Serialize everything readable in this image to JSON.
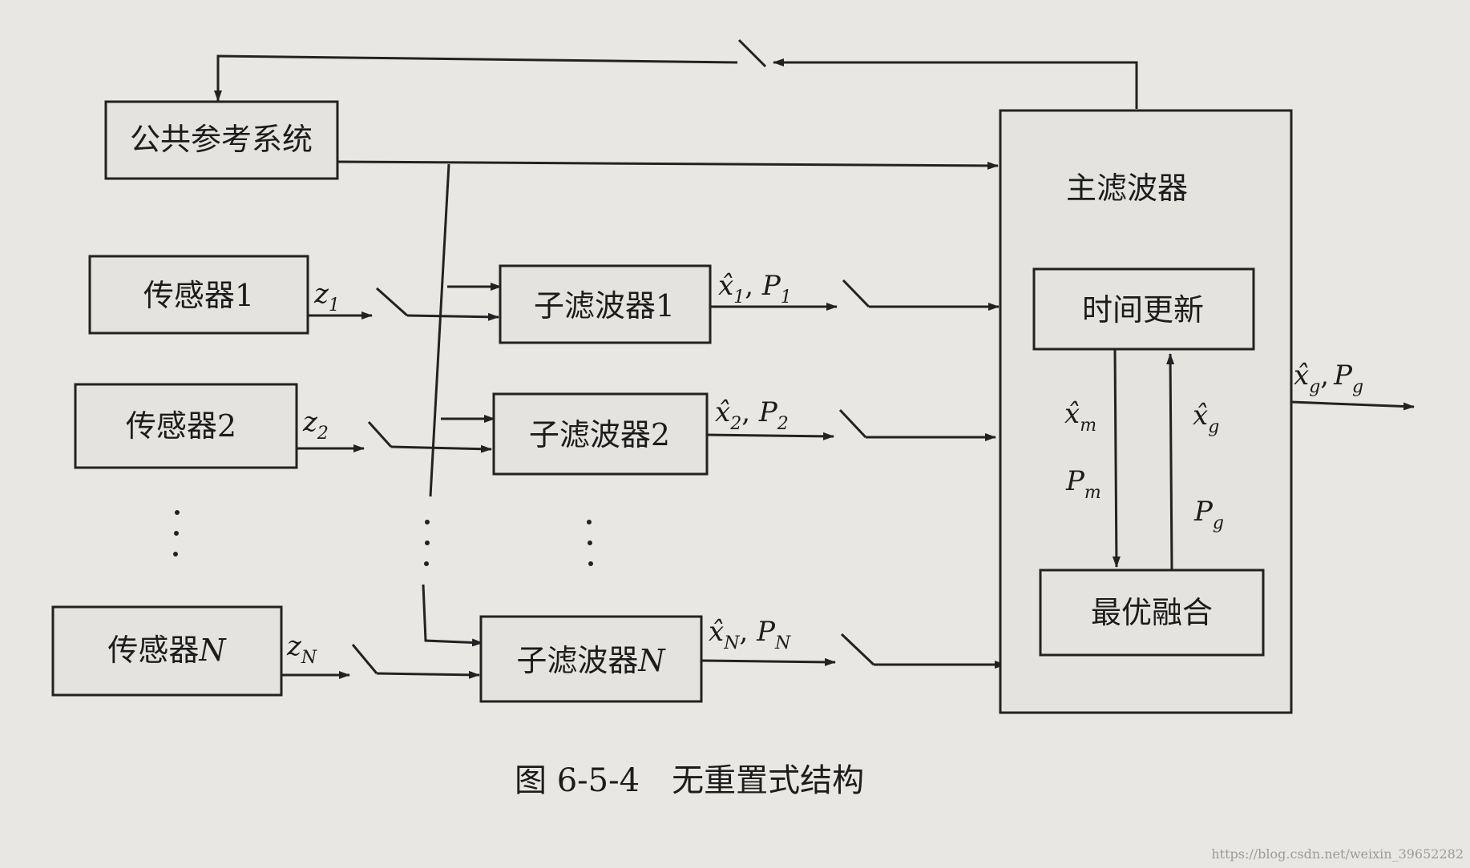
{
  "diagram": {
    "caption": "图 6-5-4　无重置式结构",
    "watermark": "https://blog.csdn.net/weixin_39652282",
    "reference": {
      "label": "公共参考系统"
    },
    "master": {
      "title": "主滤波器",
      "time_update": "时间更新",
      "fusion": "最优融合",
      "down_signal_x": "x̂",
      "down_signal_x_sub": "m",
      "down_signal_p": "P",
      "down_signal_p_sub": "m",
      "up_signal_x": "x̂",
      "up_signal_x_sub": "g",
      "up_signal_p": "P",
      "up_signal_p_sub": "g"
    },
    "output": {
      "x": "x̂",
      "x_sub": "g",
      "sep": ",",
      "p": "P",
      "p_sub": "g"
    },
    "sensors": [
      {
        "label": "传感器1",
        "z": "z",
        "z_sub": "1"
      },
      {
        "label": "传感器2",
        "z": "z",
        "z_sub": "2"
      },
      {
        "label": "传感器",
        "label_italic": "N",
        "z": "z",
        "z_sub": "N"
      }
    ],
    "subfilters": [
      {
        "label": "子滤波器1",
        "x": "x̂",
        "x_sub": "1",
        "p": "P",
        "p_sub": "1"
      },
      {
        "label": "子滤波器2",
        "x": "x̂",
        "x_sub": "2",
        "p": "P",
        "p_sub": "2"
      },
      {
        "label": "子滤波器",
        "label_italic": "N",
        "x": "x̂",
        "x_sub": "N",
        "p": "P",
        "p_sub": "N"
      }
    ],
    "ellipsis": "⋮"
  }
}
